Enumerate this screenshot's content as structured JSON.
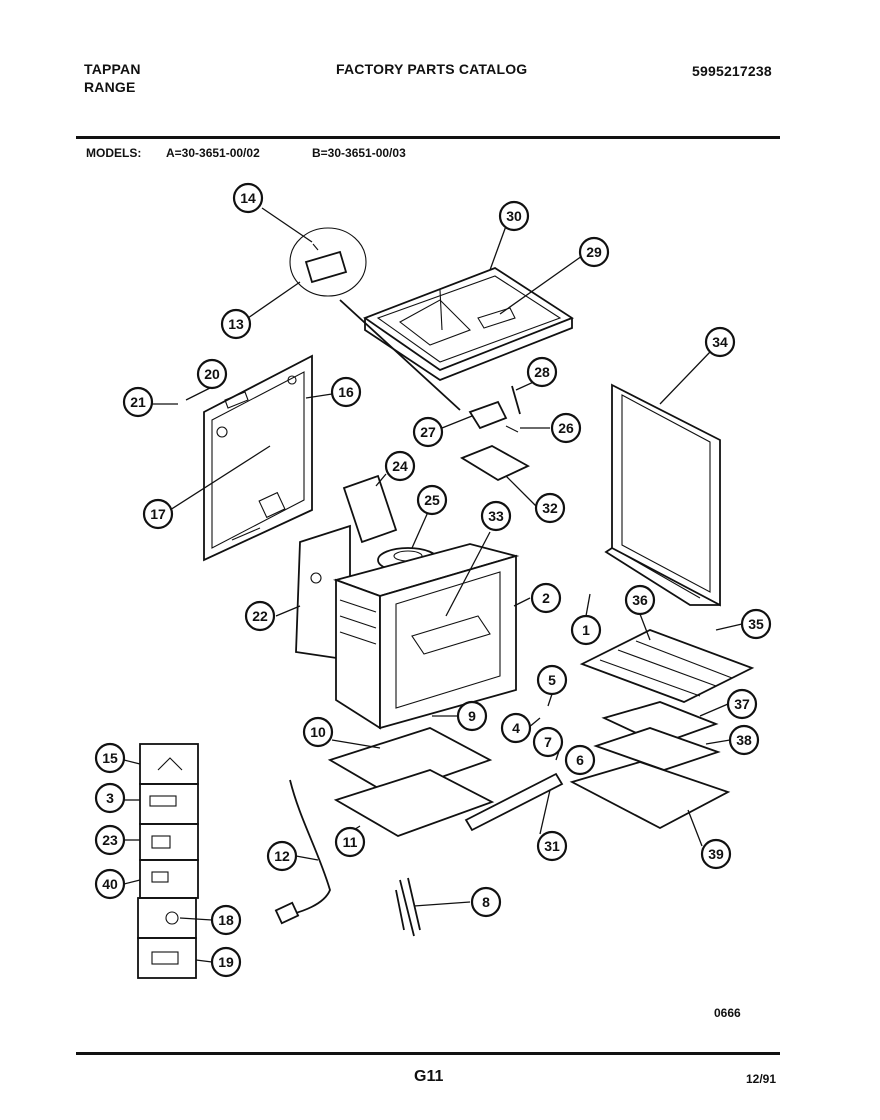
{
  "header": {
    "brand_line1": "TAPPAN",
    "brand_line2": "RANGE",
    "catalog_title": "FACTORY PARTS CATALOG",
    "catalog_number": "5995217238"
  },
  "models": {
    "label": "MODELS:",
    "model_a": "A=30-3651-00/02",
    "model_b": "B=30-3651-00/03"
  },
  "callouts": [
    "14",
    "13",
    "30",
    "29",
    "21",
    "20",
    "16",
    "17",
    "28",
    "27",
    "26",
    "32",
    "34",
    "24",
    "25",
    "33",
    "22",
    "2",
    "1",
    "36",
    "35",
    "5",
    "4",
    "7",
    "6",
    "37",
    "38",
    "39",
    "10",
    "9",
    "15",
    "3",
    "23",
    "40",
    "18",
    "19",
    "11",
    "12",
    "31",
    "8"
  ],
  "footer": {
    "drawing_code": "0666",
    "page_label": "G11",
    "date": "12/91"
  }
}
